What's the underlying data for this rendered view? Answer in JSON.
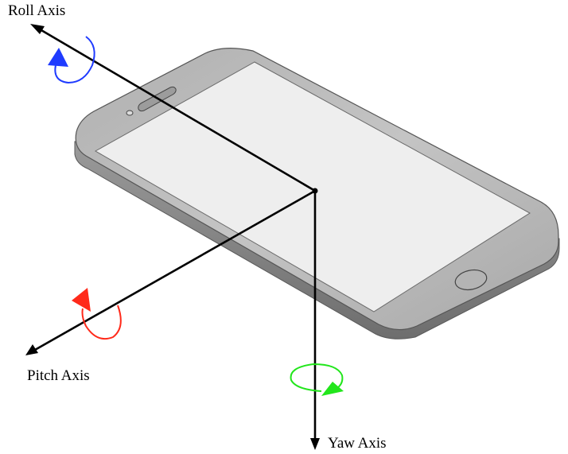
{
  "labels": {
    "roll": "Roll Axis",
    "pitch": "Pitch Axis",
    "yaw": "Yaw Axis"
  },
  "colors": {
    "roll_rotation": "#1f3bff",
    "pitch_rotation": "#ff2a1a",
    "yaw_rotation": "#22e61c",
    "axis": "#000000",
    "phone_body": "#8a8a8a",
    "phone_front": "#b9b9b9",
    "screen": "#eeeeee"
  },
  "icons": {
    "device": "smartphone-icon",
    "roll_rotation": "rotation-arrow-icon",
    "pitch_rotation": "rotation-arrow-icon",
    "yaw_rotation": "rotation-arrow-icon"
  }
}
